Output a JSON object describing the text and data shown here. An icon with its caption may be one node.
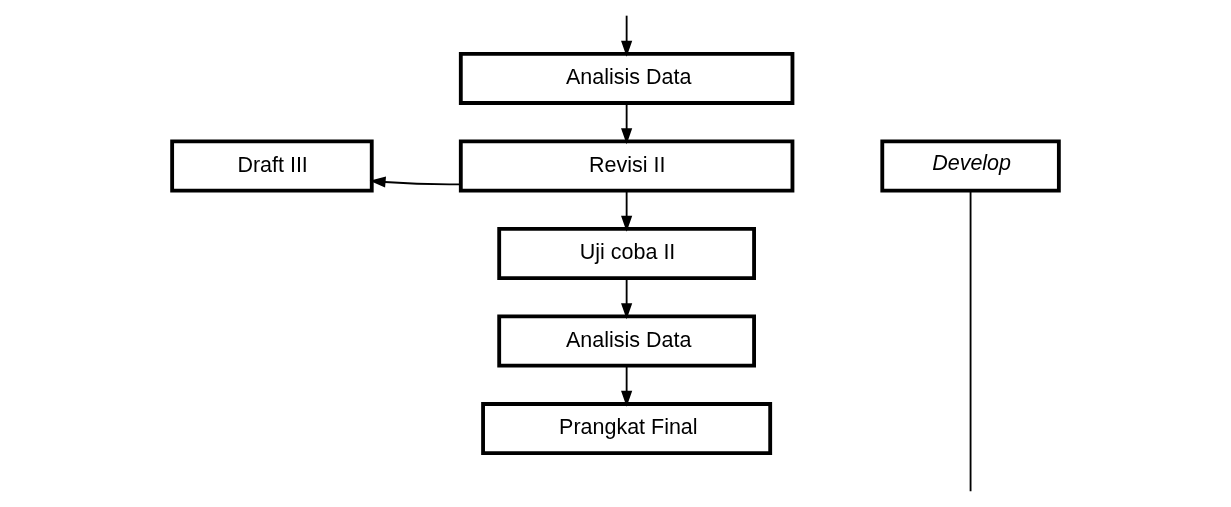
{
  "diagram": {
    "nodes": [
      {
        "text": [
          "Analisis Data"
        ]
      },
      {
        "text": [
          "Revisi II"
        ]
      },
      {
        "text": [
          "Draft III"
        ]
      },
      {
        "text": [
          "Uji coba II"
        ]
      },
      {
        "text": [
          "Analisis Data"
        ]
      },
      {
        "text": [
          "Prangkat Final"
        ]
      },
      {
        "text": [
          "Develop"
        ]
      }
    ],
    "edges": [
      {
        "from": null,
        "to": 0,
        "arrow": "to"
      },
      {
        "from": 0,
        "to": 1,
        "arrow": "to"
      },
      {
        "from": 1,
        "to": 2,
        "arrow": "to"
      },
      {
        "from": 1,
        "to": 3,
        "arrow": "to"
      },
      {
        "from": 3,
        "to": 4,
        "arrow": "to"
      },
      {
        "from": 4,
        "to": 5,
        "arrow": "to"
      },
      {
        "from": 6,
        "to": null,
        "arrow": "none"
      }
    ]
  }
}
